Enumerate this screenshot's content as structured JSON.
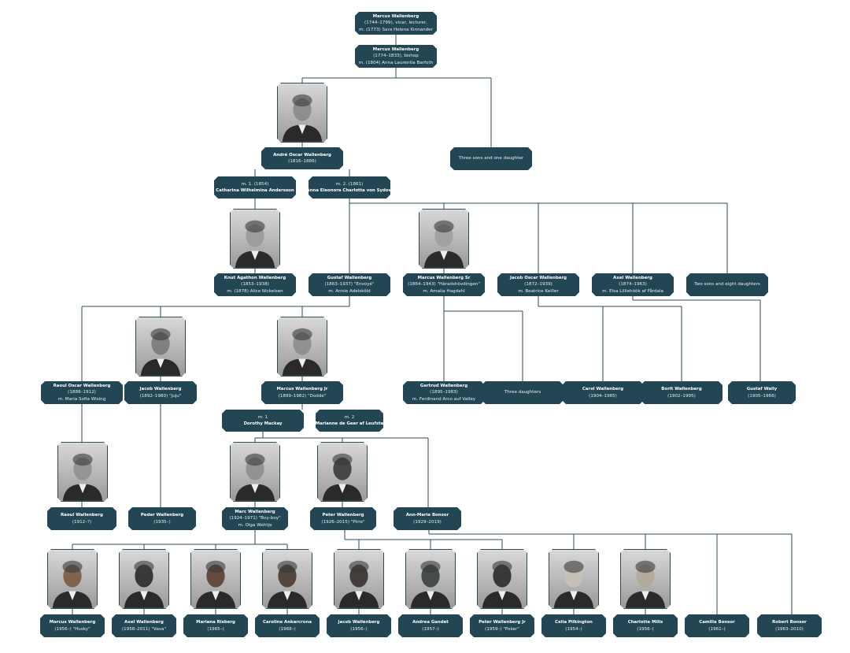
{
  "title": "Wallenberg family tree",
  "colors": {
    "node_bg": "#234654",
    "line": "#2d4a57",
    "text": "#ffffff"
  },
  "nodes": {
    "marcus1744": {
      "name": "Marcus Wallenberg",
      "lines": [
        "(1744–1799), vicar, lecturer,",
        "m. (1773) Sara Helena Kinnander"
      ]
    },
    "marcus1774": {
      "name": "Marcus Wallenberg",
      "lines": [
        "(1774–1833), bishop",
        "m. (1804) Anna Laurentia Barfoth"
      ]
    },
    "andre": {
      "name": "André Oscar Wallenberg",
      "lines": [
        "(1816–1886)"
      ]
    },
    "threesons": {
      "name": "",
      "lines": [
        "Three sons and one daughter"
      ]
    },
    "catharina": {
      "pre": "m. 1. (1854)",
      "name": "Catharina Wilhelmina Andersson",
      "lines": []
    },
    "anna": {
      "pre": "m. 2. (1861)",
      "name": "Anna Eleonora Charlotta von Sydow",
      "lines": []
    },
    "knut": {
      "name": "Knut Agathon Wallenberg",
      "lines": [
        "(1853–1938)",
        "m. (1878) Alice Nickelsen"
      ]
    },
    "gustaf": {
      "name": "Gustaf Wallenberg",
      "lines": [
        "(1863–1937) \"Envoyé\"",
        "m. Annie Adelsköld"
      ]
    },
    "marcussr": {
      "name": "Marcus Wallenberg Sr",
      "lines": [
        "(1864–1943) \"Häradshövdingen\"",
        "m. Amalia Hagdahl"
      ]
    },
    "jacoboscar": {
      "name": "Jacob Oscar Wallenberg",
      "lines": [
        "(1872–1939)",
        "m. Beatrice Keiller"
      ]
    },
    "axel": {
      "name": "Axel Wallenberg",
      "lines": [
        "(1874–1963)",
        "m. Elsa Lilliehöök af Fårdala"
      ]
    },
    "twosons": {
      "name": "",
      "lines": [
        "Two sons and eight daughters"
      ]
    },
    "raouloscar": {
      "name": "Raoul Oscar Wallenberg",
      "lines": [
        "(1888–1912)",
        "m. Maria Sofia Wising"
      ]
    },
    "jacob": {
      "name": "Jacob Wallenberg",
      "lines": [
        "(1892–1980) \"Juju\""
      ]
    },
    "marcusjr": {
      "name": "Marcus Wallenberg Jr",
      "lines": [
        "(1899–1982) \"Dodde\""
      ]
    },
    "gertrud": {
      "name": "Gertrud Wallenberg",
      "lines": [
        "(1895–1983)",
        "m. Ferdinand Arco auf Valley"
      ]
    },
    "threedaughters": {
      "name": "",
      "lines": [
        "Three daughters"
      ]
    },
    "carol": {
      "name": "Carol Wallenberg",
      "lines": [
        "(1904–1985)"
      ]
    },
    "borit": {
      "name": "Borit Wallenberg",
      "lines": [
        "(1902–1995)"
      ]
    },
    "gustafwally": {
      "name": "Gustaf Wally",
      "lines": [
        "(1905–1966)"
      ]
    },
    "dorothy": {
      "pre": "m. 1",
      "name": "Dorothy Mackay",
      "lines": []
    },
    "marianne": {
      "pre": "m. 2",
      "name": "Marianne de Geer af Leufsta",
      "lines": []
    },
    "raoul": {
      "name": "Raoul Wallenberg",
      "lines": [
        "(1912–?)"
      ]
    },
    "peder": {
      "name": "Peder Wallenberg",
      "lines": [
        "(1935–)"
      ]
    },
    "marc": {
      "name": "Marc Wallenberg",
      "lines": [
        "(1924–1971) \"Boy-boy\"",
        "m. Olga Wehtje"
      ]
    },
    "peter": {
      "name": "Peter Wallenberg",
      "lines": [
        "(1926–2015) \"Pirre\""
      ]
    },
    "annmarie": {
      "name": "Ann-Marie Bonsor",
      "lines": [
        "(1929–2019)"
      ]
    },
    "marcushusky": {
      "name": "Marcus Wallenberg",
      "lines": [
        "(1956–) \"Husky\""
      ]
    },
    "axelvava": {
      "name": "Axel Wallenberg",
      "lines": [
        "(1958–2011) \"Vava\""
      ]
    },
    "mariana": {
      "name": "Mariana Risberg",
      "lines": [
        "(1965–)"
      ]
    },
    "caroline": {
      "name": "Caroline Ankarcrona",
      "lines": [
        "(1968–)"
      ]
    },
    "jacob1956": {
      "name": "Jacob Wallenberg",
      "lines": [
        "(1956–)"
      ]
    },
    "andrea": {
      "name": "Andrea Gandet",
      "lines": [
        "(1957–)"
      ]
    },
    "peterjr": {
      "name": "Peter Wallenberg Jr",
      "lines": [
        "(1959–) \"Poker\""
      ]
    },
    "celia": {
      "name": "Celia Pilkington",
      "lines": [
        "(1954–)"
      ]
    },
    "charlotte": {
      "name": "Charlotte Mills",
      "lines": [
        "(1956–)"
      ]
    },
    "camilla": {
      "name": "Camilla Bonsor",
      "lines": [
        "(1961–)"
      ]
    },
    "robert": {
      "name": "Robert Bonsor",
      "lines": [
        "(1963–2010)"
      ]
    }
  }
}
